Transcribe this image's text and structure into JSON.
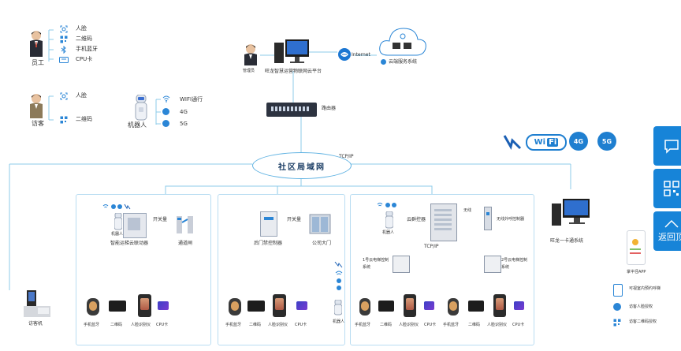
{
  "staff": {
    "role_label": "员工",
    "items": [
      "人脸",
      "二维码",
      "手机蓝牙",
      "CPU卡"
    ]
  },
  "visitor": {
    "role_label": "访客",
    "items": [
      "人脸",
      "二维码"
    ]
  },
  "robot": {
    "label": "机器人",
    "items": [
      "WIFI通行",
      "4G",
      "5G"
    ]
  },
  "top": {
    "admin_label": "管理员",
    "platform_label": "旺龙智慧运营物联网云平台",
    "internet_label": "Internet",
    "cloud_label": "云端服务系统",
    "router_label": "路由器",
    "tcpip_label": "TCP/IP",
    "lan_label": "社区局域网"
  },
  "wireless": {
    "wifi_label": "Wi",
    "wifi_label2": "Fi",
    "badge_4g": "4G",
    "badge_5g": "5G"
  },
  "visitor_machine_label": "访客机",
  "one_card_label": "旺龙一卡通系统",
  "panel1": {
    "robot_label": "机器人",
    "switch_label": "开关量",
    "controller_label": "智能运梯云联动器",
    "gate_label": "通道闸",
    "readers": [
      "手机蓝牙",
      "二维码",
      "人脸识别仪",
      "CPU卡"
    ]
  },
  "panel2": {
    "switch_label": "开关量",
    "controller_label": "后门禁控制器",
    "door_label": "公司大门",
    "robot_label": "机器人",
    "readers": [
      "手机蓝牙",
      "二维码",
      "人脸识别仪",
      "CPU卡"
    ]
  },
  "panel3": {
    "robot_label": "机器人",
    "cloud_ctrl_label": "云群控器",
    "wireless_label": "无线",
    "outcall_label": "无线外呼控制器",
    "tcpip_label": "TCP/IP",
    "elevator1_label": "1号云电梯控制系统",
    "elevator2_label": "2号云电梯控制系统",
    "readers_a": [
      "手机蓝牙",
      "二维码",
      "人脸识别仪",
      "CPU卡"
    ],
    "readers_b": [
      "手机蓝牙",
      "二维码",
      "人脸识别仪",
      "CPU卡"
    ]
  },
  "app": {
    "name_label": "掌半径APP",
    "features": [
      "可视室内预约呼梯",
      "访客人脸授权",
      "访客二维码授权"
    ]
  },
  "sidebar": {
    "back_top_label": "返回顶"
  },
  "colors": {
    "line_blue": "#8ccbea",
    "accent_blue": "#1784d8",
    "badge_blue": "#1f7fd0"
  }
}
